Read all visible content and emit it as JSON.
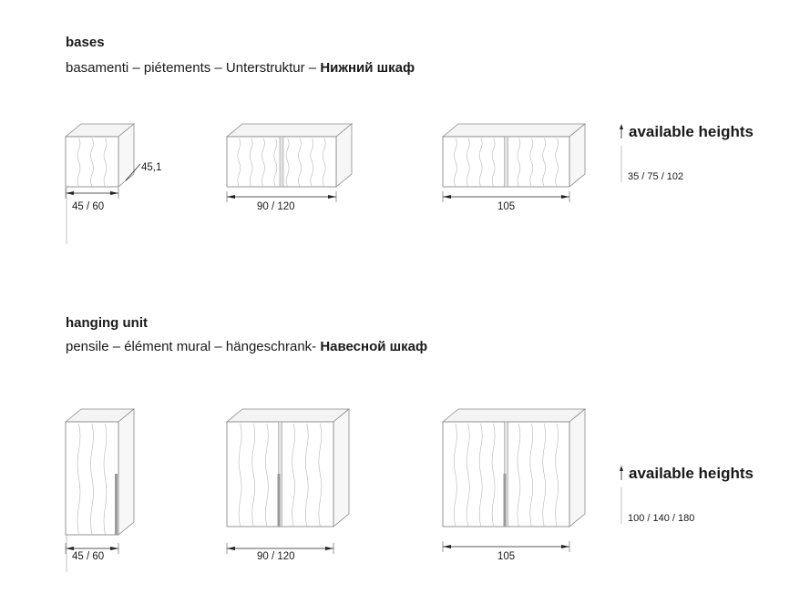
{
  "bases": {
    "title": "bases",
    "subtitle": "basamenti – piétements – Unterstruktur – ",
    "subtitle_ru": "Нижний шкаф",
    "depth": "45,1",
    "widths": [
      "45 / 60",
      "90 / 120",
      "105"
    ],
    "available_label": "available heights",
    "heights": "35 / 75 / 102"
  },
  "hanging": {
    "title": "hanging unit",
    "subtitle": "pensile – élément mural – hängeschrank- ",
    "subtitle_ru": "Навесной шкаф",
    "widths": [
      "45 / 60",
      "90 / 120",
      "105"
    ],
    "available_label": "available heights",
    "heights": "100 / 140 / 180"
  },
  "colors": {
    "line": "#8a8a8a",
    "handle": "#9a9a9a",
    "text": "#1a1a1a"
  }
}
